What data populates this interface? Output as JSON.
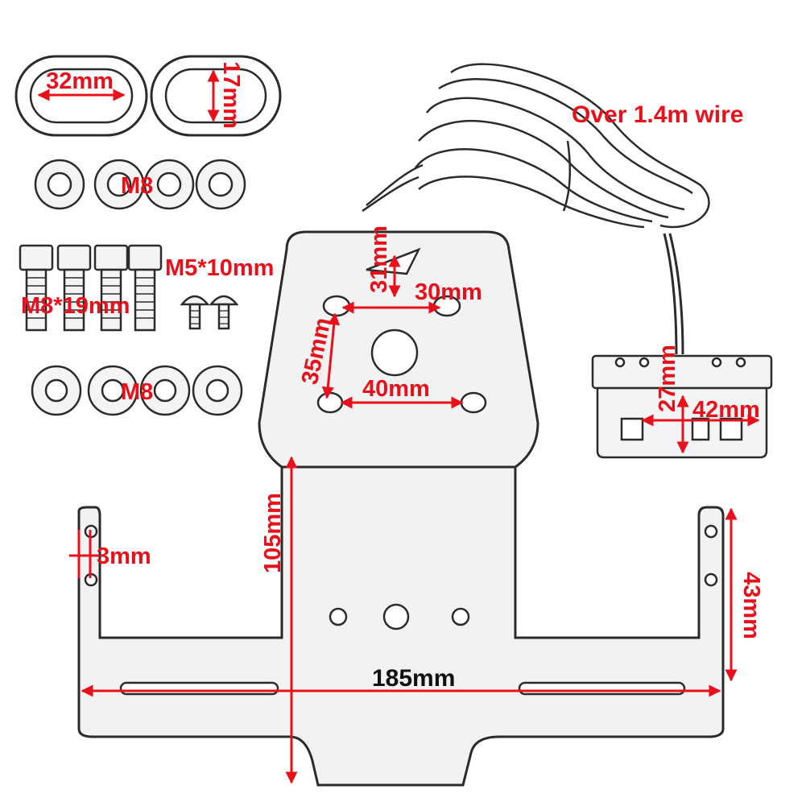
{
  "colors": {
    "dimension": "#e8101a",
    "label_black": "#111111",
    "outline": "#2b2b2b",
    "metal": "#f4f4f4"
  },
  "parts": {
    "grommet_width": "32mm",
    "grommet_height": "17mm",
    "washers": "M8",
    "bolts_large": "M8*19mm",
    "screws_small": "M5*10mm",
    "nuts": "M8",
    "wire": "Over 1.4m wire"
  },
  "bracket": {
    "top_height": "31mm",
    "top_width": "30mm",
    "hole_vertical": "35mm",
    "hole_horizontal": "40mm",
    "arm_height": "105mm",
    "thickness": "3mm",
    "total_width": "185mm",
    "side_height": "43mm"
  },
  "light": {
    "height": "27mm",
    "width": "42mm"
  },
  "icons": [
    "oval-grommet-icon",
    "washer-icon",
    "bolt-icon",
    "screw-icon",
    "hex-nut-icon",
    "wire-coil-icon",
    "led-light-icon"
  ]
}
